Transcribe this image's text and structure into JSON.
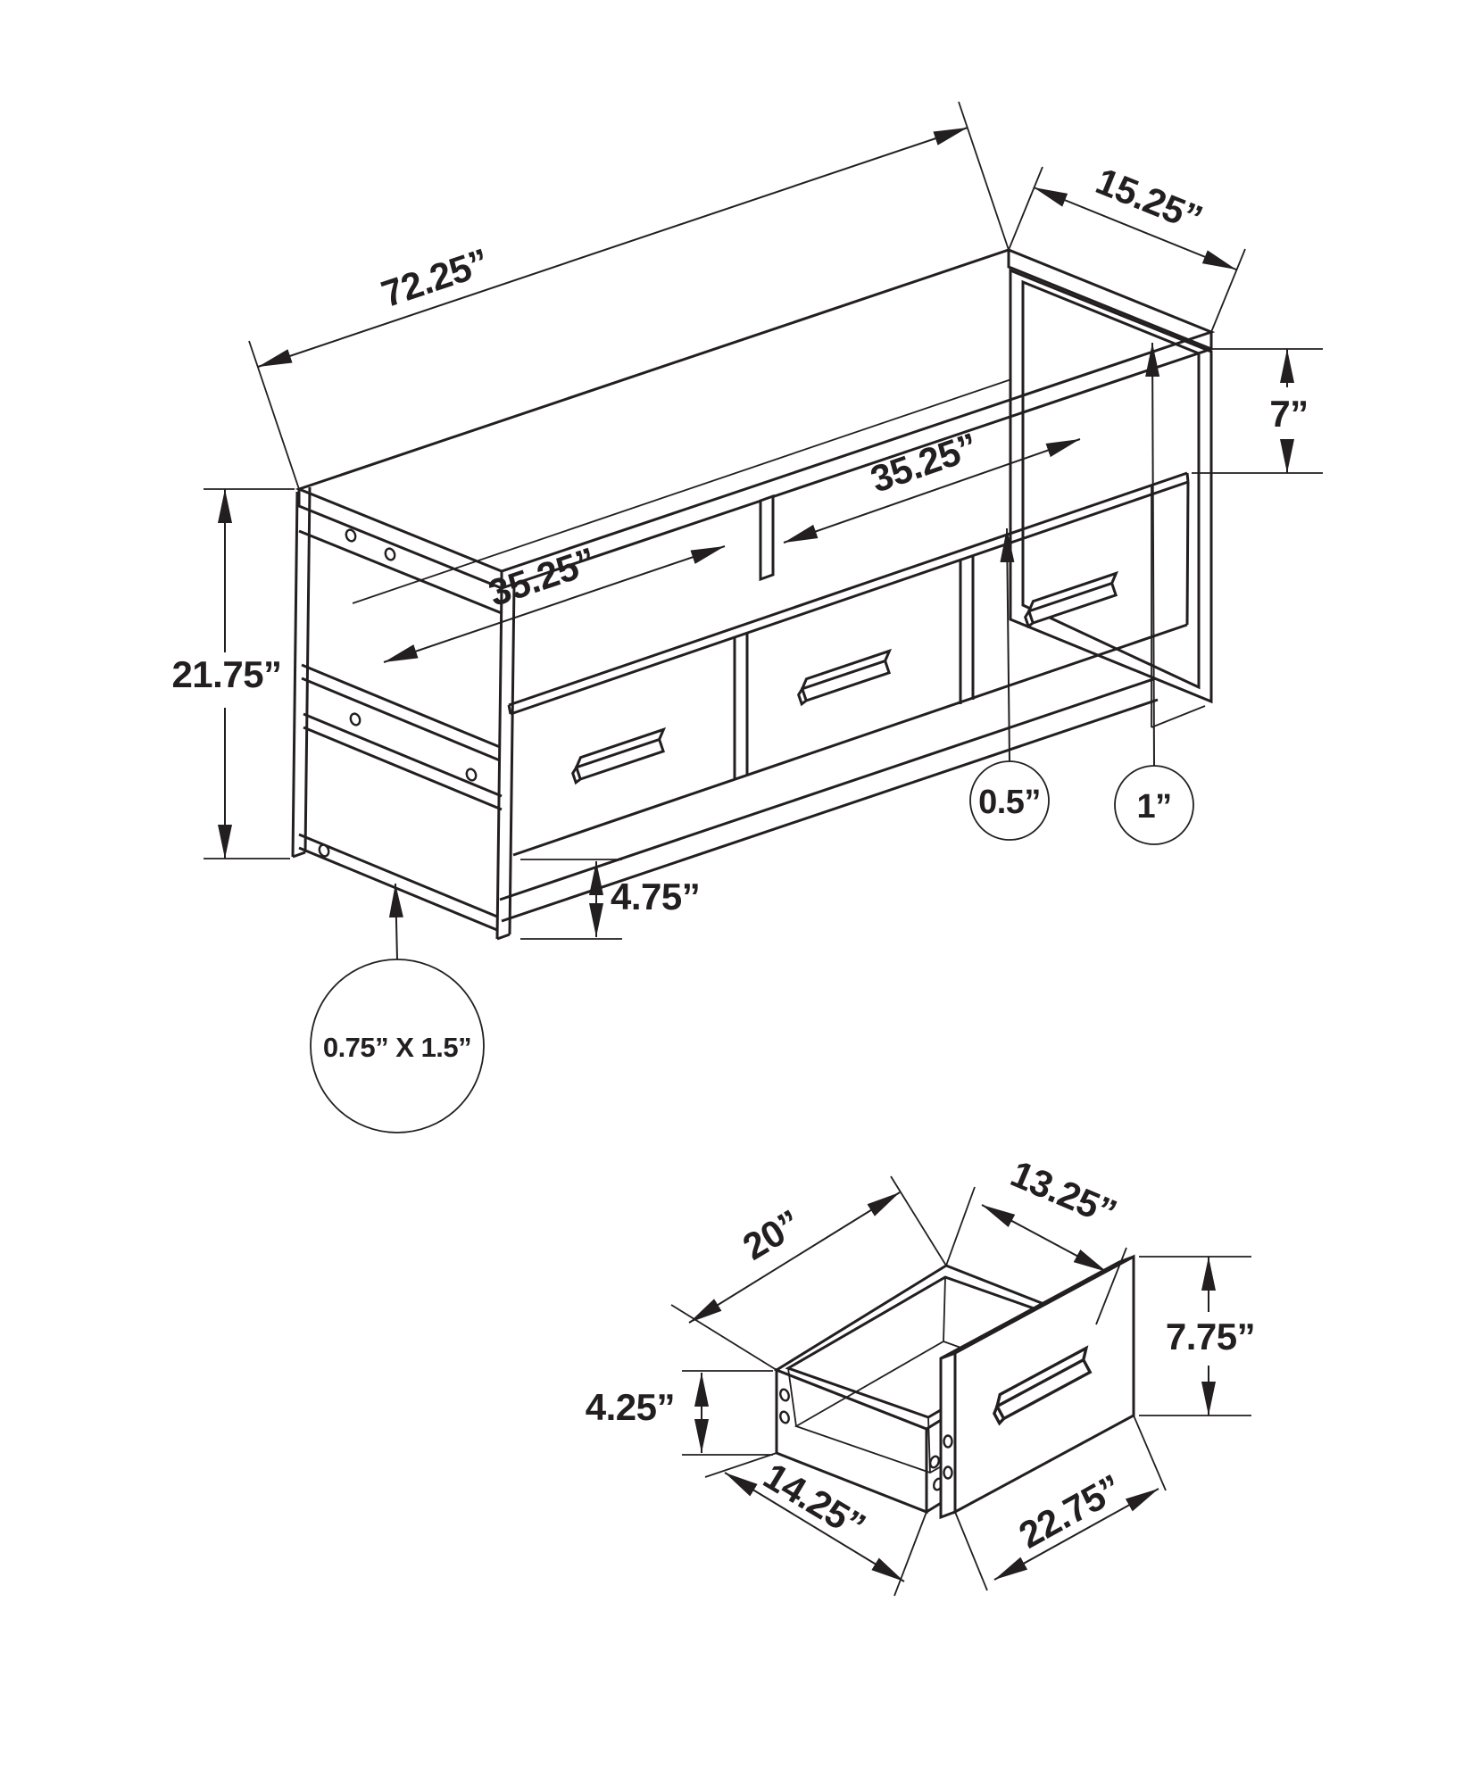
{
  "page": {
    "background": "#ffffff",
    "ink": "#231f20"
  },
  "main_view": {
    "name": "TV stand isometric dimension view",
    "labels": {
      "length": "72.25”",
      "depth": "15.25”",
      "open_shelf_height": "7”",
      "left_shelf_width": "35.25”",
      "right_shelf_width": "35.25”",
      "overall_height": "21.75”",
      "shelf_thickness": "0.5”",
      "top_thickness": "1”",
      "bottom_clearance": "4.75”",
      "frame_tube_size": "0.75” X 1.5”"
    }
  },
  "drawer_view": {
    "name": "Drawer detail dimension view",
    "labels": {
      "inner_depth": "20”",
      "inner_width": "13.25”",
      "inner_height": "4.25”",
      "front_height": "7.75”",
      "side_depth": "14.25”",
      "front_width": "22.75”"
    }
  }
}
